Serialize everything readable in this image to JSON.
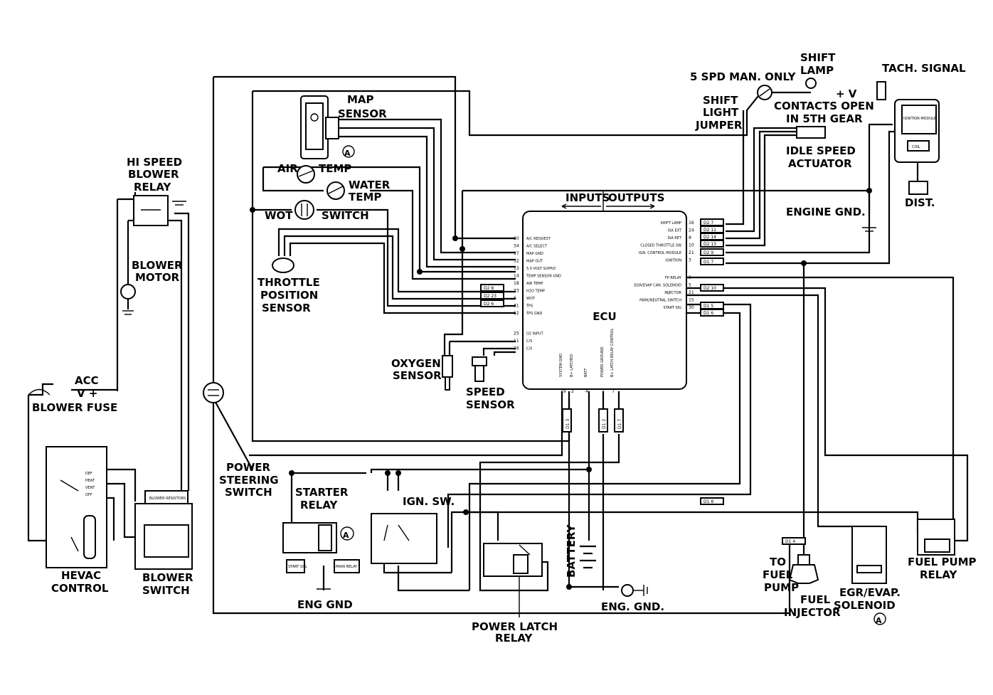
{
  "labels": {
    "map_sensor": [
      "MAP",
      "SENSOR"
    ],
    "air_temp": [
      "AIR",
      "TEMP"
    ],
    "water_temp": [
      "WATER",
      "TEMP"
    ],
    "wot_switch": [
      "WOT",
      "SWITCH"
    ],
    "throttle_position_sensor": [
      "THROTTLE",
      "POSITION",
      "SENSOR"
    ],
    "hi_speed_blower_relay": [
      "HI SPEED",
      "BLOWER",
      "RELAY"
    ],
    "blower_motor": [
      "BLOWER",
      "MOTOR"
    ],
    "acc": "ACC",
    "v_plus_left": "V +",
    "blower_fuse": "BLOWER FUSE",
    "hevac_control": [
      "HEVAC",
      "CONTROL"
    ],
    "blower_switch": [
      "BLOWER",
      "SWITCH"
    ],
    "power_steering_switch": [
      "POWER",
      "STEERING",
      "SWITCH"
    ],
    "starter_relay": [
      "STARTER",
      "RELAY"
    ],
    "ign_sw": "IGN. SW.",
    "eng_gnd_left": "ENG GND",
    "power_latch_relay": [
      "POWER LATCH",
      "RELAY"
    ],
    "battery": "BATTERY",
    "eng_gnd_center": "ENG. GND.",
    "oxygen_sensor": [
      "OXYGEN",
      "SENSOR"
    ],
    "speed_sensor": [
      "SPEED",
      "SENSOR"
    ],
    "inputs": "INPUTS",
    "outputs": "OUTPUTS",
    "ecu": "ECU",
    "five_spd": "5 SPD MAN. ONLY",
    "shift_lamp": [
      "SHIFT",
      "LAMP"
    ],
    "v_plus_right": "+ V",
    "shift_light_jumper": [
      "SHIFT",
      "LIGHT",
      "JUMPER"
    ],
    "contacts_open": [
      "CONTACTS OPEN",
      "IN 5TH GEAR"
    ],
    "idle_speed_actuator": [
      "IDLE SPEED",
      "ACTUATOR"
    ],
    "tach_signal": "TACH. SIGNAL",
    "engine_gnd": "ENGINE GND.",
    "dist": "DIST.",
    "to_fuel_pump": [
      "TO",
      "FUEL",
      "PUMP"
    ],
    "fuel_injector": [
      "FUEL",
      "INJECTOR"
    ],
    "egr_evap_solenoid": [
      "EGR/EVAP.",
      "SOLENOID"
    ],
    "fuel_pump_relay": [
      "FUEL PUMP",
      "RELAY"
    ],
    "marker_a": "A"
  },
  "ecu_inputs": [
    "A/C REQUEST",
    "A/C SELECT",
    "MAP GND",
    "MAP OUT",
    "5.0 VOLT SUPPLY",
    "TEMP SENSOR GND",
    "AIR TEMP",
    "H2O TEMP",
    "WOT",
    "TPS",
    "TPS GND",
    "O2 INPUT",
    "C/S",
    "C/S"
  ],
  "ecu_input_pins": [
    "20",
    "34",
    "17",
    "32",
    "13",
    "14",
    "18",
    "33",
    "6",
    "31",
    "12",
    "25",
    "11",
    "26"
  ],
  "ecu_outputs": [
    "SHIFT LAMP",
    "ISA EXT",
    "ISA RET",
    "CLOSED THROTTLE SW",
    "IGN. CONTROL MODULE",
    "IGNITION",
    "FP RELAY",
    "EGR/EVAP CAN. SOLENOID",
    "INJECTOR",
    "PARK/NEUTRAL SWITCH",
    "START SIG"
  ],
  "ecu_output_pins": [
    "16",
    "24",
    "8",
    "10",
    "21",
    "3",
    "9",
    "5",
    "21",
    "15",
    "30"
  ],
  "ecu_bottom": [
    "SYSTEM GND",
    "B+ LATCHED",
    "BATT",
    "POWER GROUND",
    "B+ LATCH RELAY CONTROL"
  ],
  "ecu_bottom_pins": [
    "19",
    "2",
    "4",
    "1",
    "7"
  ],
  "connectors": [
    "D2 7",
    "D2 11",
    "D2 14",
    "D2 13",
    "D2 9",
    "D1 7",
    "D2 10",
    "D1 5",
    "D1 6",
    "D2 8",
    "D2 23",
    "D2 6",
    "D1 4",
    "D1 3",
    "D1 2",
    "D1 7",
    "D1 8"
  ],
  "small_parts": {
    "blower_resistors": "BLOWER RESISTORS",
    "ignition_module": "IGNITION MODULE",
    "coil": "COIL",
    "starter_sol": "START SOL",
    "main_relay": "MAIN RELAY",
    "hevac_modes": [
      "DEF",
      "HEAT",
      "VENT",
      "OFF"
    ]
  }
}
